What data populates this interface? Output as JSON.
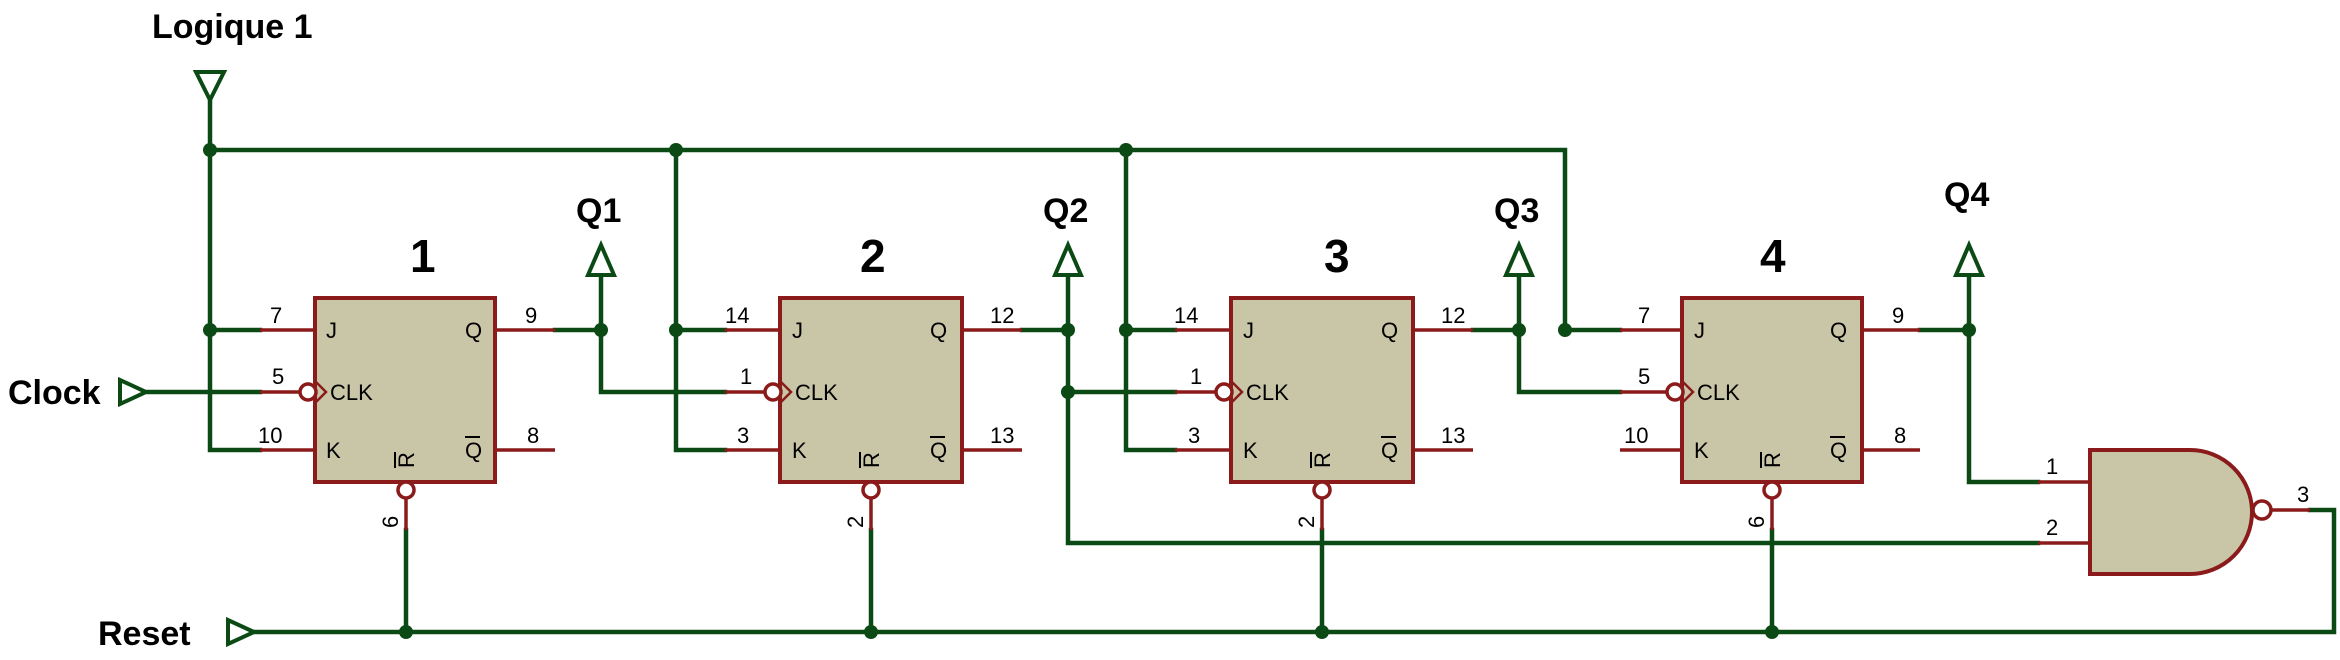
{
  "labels": {
    "logic_high": "Logique 1",
    "clock": "Clock",
    "reset": "Reset",
    "q1": "Q1",
    "q2": "Q2",
    "q3": "Q3",
    "q4": "Q4"
  },
  "flipflops": [
    {
      "title": "1",
      "pins": {
        "j": "J",
        "clk": "CLK",
        "k": "K",
        "q": "Q",
        "qbar": "Q",
        "r": "R"
      },
      "pin_numbers": {
        "j": "7",
        "clk": "5",
        "k": "10",
        "q": "9",
        "qbar": "8",
        "r": "6"
      }
    },
    {
      "title": "2",
      "pins": {
        "j": "J",
        "clk": "CLK",
        "k": "K",
        "q": "Q",
        "qbar": "Q",
        "r": "R"
      },
      "pin_numbers": {
        "j": "14",
        "clk": "1",
        "k": "3",
        "q": "12",
        "qbar": "13",
        "r": "2"
      }
    },
    {
      "title": "3",
      "pins": {
        "j": "J",
        "clk": "CLK",
        "k": "K",
        "q": "Q",
        "qbar": "Q",
        "r": "R"
      },
      "pin_numbers": {
        "j": "14",
        "clk": "1",
        "k": "3",
        "q": "12",
        "qbar": "13",
        "r": "2"
      }
    },
    {
      "title": "4",
      "pins": {
        "j": "J",
        "clk": "CLK",
        "k": "K",
        "q": "Q",
        "qbar": "Q",
        "r": "R"
      },
      "pin_numbers": {
        "j": "7",
        "clk": "5",
        "k": "10",
        "q": "9",
        "qbar": "8",
        "r": "6"
      }
    }
  ],
  "nand_gate": {
    "pin_numbers": {
      "in1": "1",
      "in2": "2",
      "out": "3"
    }
  },
  "colors": {
    "wire": "#0b4a14",
    "component_outline": "#8b1a1a",
    "component_fill": "#c9c6a8"
  }
}
